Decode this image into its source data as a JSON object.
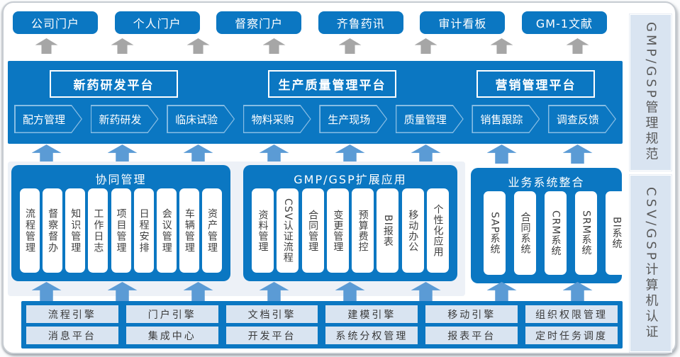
{
  "colors": {
    "primary_blue": "#0b77c2",
    "arrow_blue": "#5b9bd5",
    "arrow_gray": "#a6a6a6",
    "light_cell": "#d9e4f1",
    "backdrop_gray": "#edf1f7"
  },
  "top_portals": [
    "公司门户",
    "个人门户",
    "督察门户",
    "齐鲁药讯",
    "审计看板",
    "GM-1文献"
  ],
  "platform_band": {
    "platforms": [
      "新药研发平台",
      "生产质量管理平台",
      "营销管理平台"
    ],
    "process_chain": [
      "配方管理",
      "新药研发",
      "临床试验",
      "物料采购",
      "生产现场",
      "质量管理",
      "销售跟踪",
      "调查反馈"
    ]
  },
  "application_panels": [
    {
      "title": "协同管理",
      "items": [
        "流程管理",
        "督察督办",
        "知识管理",
        "工作日志",
        "项目管理",
        "日程安排",
        "会议管理",
        "车辆管理",
        "资产管理"
      ]
    },
    {
      "title": "GMP/GSP扩展应用",
      "items": [
        "资料管理",
        "CSV认证流程",
        "合同管理",
        "变更管理",
        "预算费控",
        "BI报表",
        "移动办公",
        "个性化应用"
      ]
    },
    {
      "title": "业务系统整合",
      "items": [
        "SAP系统",
        "合同系统",
        "CRM系统",
        "SRM系统",
        "BI系统"
      ]
    }
  ],
  "foundation": {
    "row1": [
      "流程引擎",
      "门户引擎",
      "文档引擎",
      "建模引擎",
      "移动引擎",
      "组织权限管理"
    ],
    "row2": [
      "消息平台",
      "集成中心",
      "开发平台",
      "系统分权管理",
      "报表平台",
      "定时任务调度"
    ]
  },
  "side_labels": [
    "GMP/GSP管理规范",
    "CSV/GSP计算机认证"
  ]
}
